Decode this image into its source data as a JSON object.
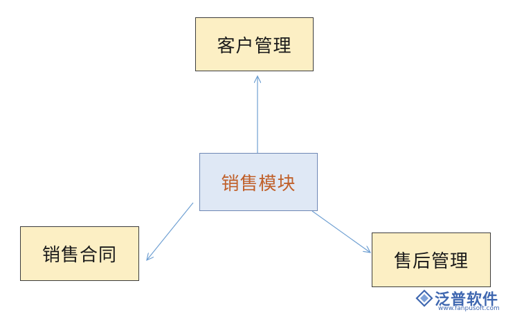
{
  "diagram": {
    "nodes": {
      "customer": "客户管理",
      "sales": "销售模块",
      "contract": "销售合同",
      "after_sales": "售后管理"
    },
    "edges": [
      {
        "from": "sales",
        "to": "customer"
      },
      {
        "from": "sales",
        "to": "contract"
      },
      {
        "from": "sales",
        "to": "after_sales"
      }
    ]
  },
  "logo": {
    "name": "泛普软件",
    "url": "www.fanpusoft.com"
  },
  "colors": {
    "node_yellow_fill": "#fcefc4",
    "node_blue_fill": "#dfe8f5",
    "center_text": "#c0602a",
    "arrow": "#6e9fd2",
    "logo": "#3f67b0"
  }
}
